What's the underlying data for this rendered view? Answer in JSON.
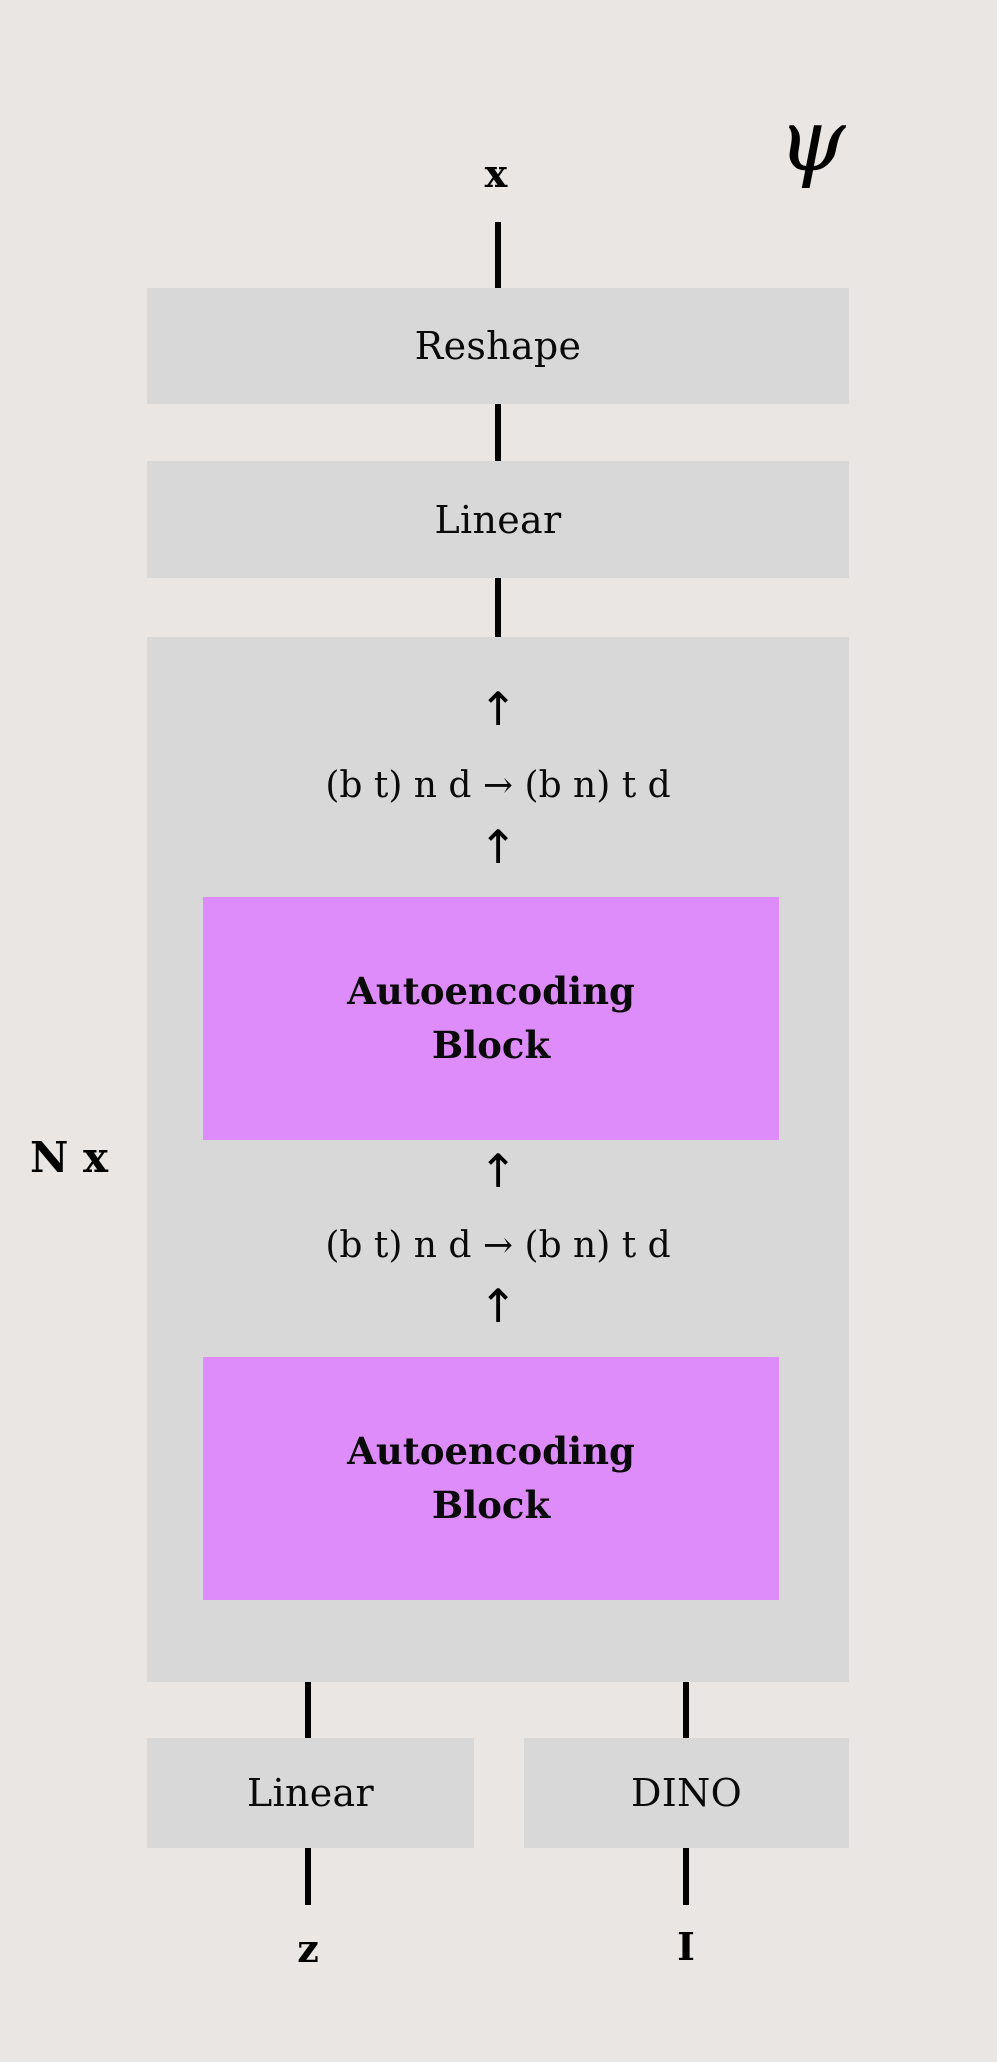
{
  "diagram": {
    "title_symbol": "ψ",
    "repeat_label": "N x",
    "colors": {
      "background": "#eae6e4",
      "box_gray": "#d8d8d8",
      "block_purple": "#de8cfa",
      "stroke": "#000000"
    }
  },
  "nodes": {
    "output_var": "x",
    "reshape": "Reshape",
    "linear_top": "Linear",
    "einops_upper": "(b t) n d → (b n) t d",
    "autoencoding_block_upper_line1": "Autoencoding",
    "autoencoding_block_upper_line2": "Block",
    "einops_lower": "(b t) n d → (b n) t d",
    "autoencoding_block_lower_line1": "Autoencoding",
    "autoencoding_block_lower_line2": "Block",
    "linear_bottom": "Linear",
    "dino": "DINO",
    "input_var_latent": "z",
    "input_var_image": "I"
  },
  "arrows": {
    "up_glyph": "↑",
    "right_glyph": "→"
  }
}
